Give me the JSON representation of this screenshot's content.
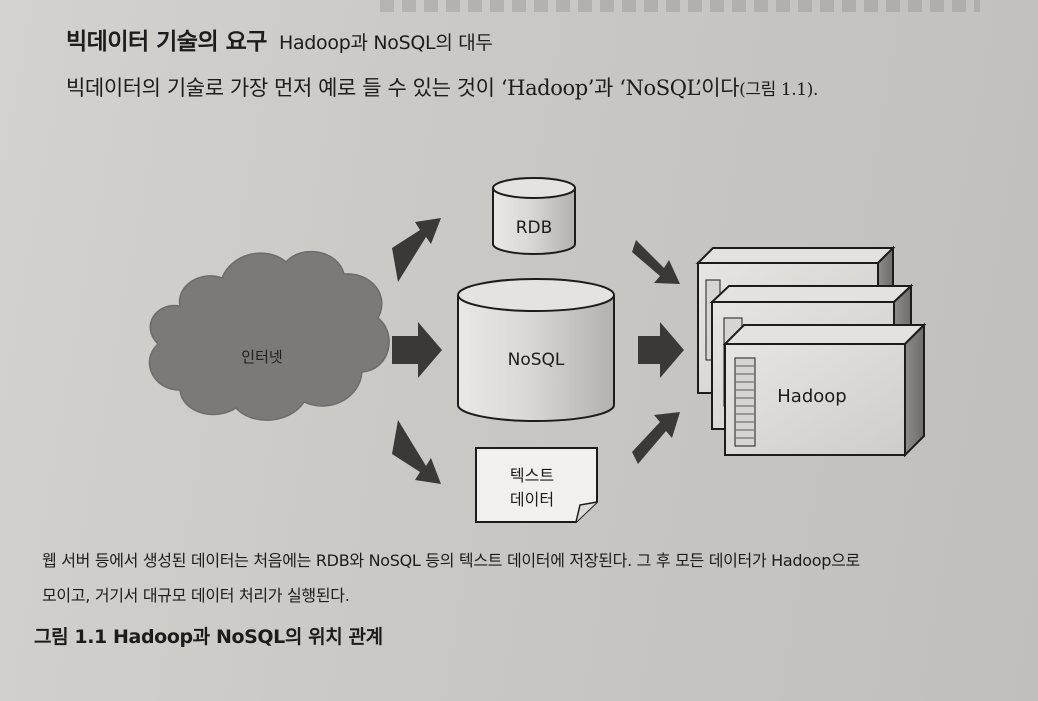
{
  "heading": {
    "main": "빅데이터 기술의 요구",
    "sub": "Hadoop과 NoSQL의 대두"
  },
  "intro": {
    "text": "빅데이터의 기술로 가장 먼저 예로 들 수 있는 것이 ‘Hadoop’과 ‘NoSQL’이다",
    "ref": "(그림 1.1)."
  },
  "diagram": {
    "internet_label": "인터넷",
    "rdb_label": "RDB",
    "nosql_label": "NoSQL",
    "text_data_line1": "텍스트",
    "text_data_line2": "데이터",
    "hadoop_label": "Hadoop"
  },
  "caption": {
    "line1": "웹 서버 등에서 생성된 데이터는 처음에는 RDB와 NoSQL 등의 텍스트 데이터에 저장된다. 그 후 모든 데이터가 Hadoop으로",
    "line2": "모이고, 거기서 대규모 데이터 처리가 실행된다."
  },
  "figure_title": "그림 1.1  Hadoop과 NoSQL의 위치 관계"
}
